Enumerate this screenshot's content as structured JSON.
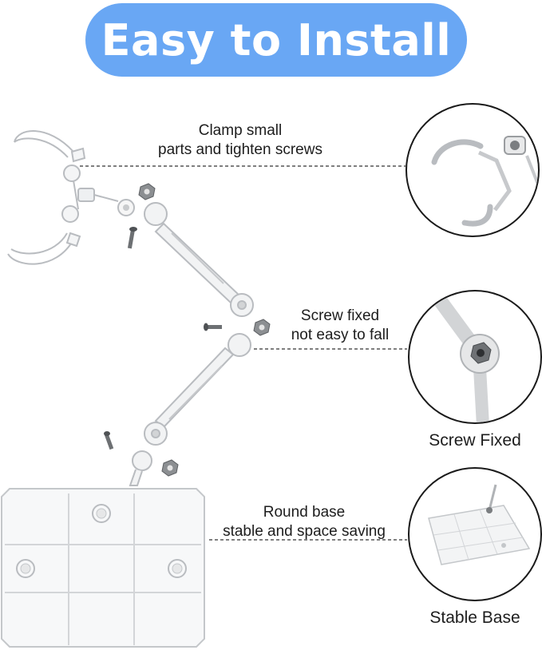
{
  "banner": {
    "title": "Easy to Install",
    "color": "#69a7f4"
  },
  "callouts": [
    {
      "lines": [
        "Clamp small",
        "parts and tighten screws"
      ]
    },
    {
      "lines": [
        "Screw fixed",
        "not easy to fall"
      ],
      "label": "Screw Fixed"
    },
    {
      "lines": [
        "Round base",
        "stable and space saving"
      ],
      "label": "Stable Base"
    }
  ]
}
